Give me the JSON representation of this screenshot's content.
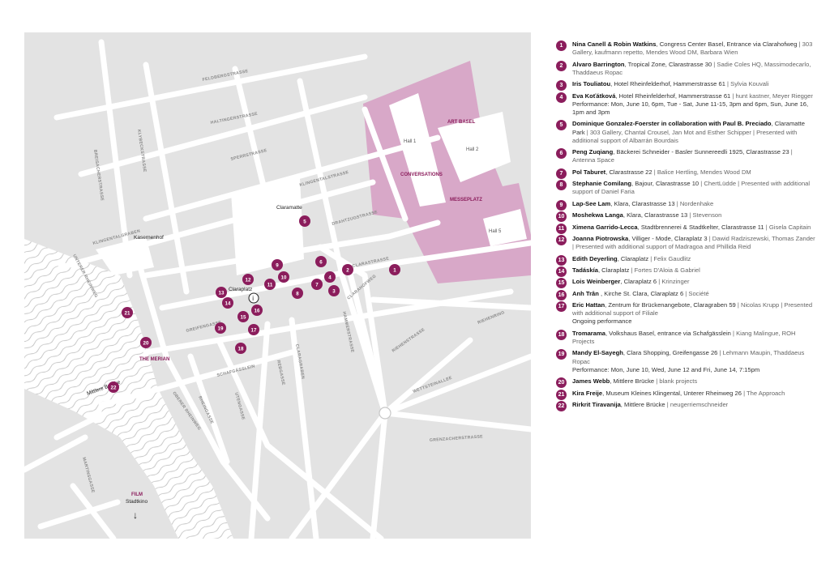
{
  "colors": {
    "accent": "#8b1d5c",
    "area": "#d8a8c8",
    "land": "#e3e3e3",
    "street": "#ffffff",
    "river": "#ffffff"
  },
  "map": {
    "streets": [
      "FELDBERGSTRASSE",
      "KLYBECKSTRASSE",
      "HALTINGERSTRASSE",
      "BREISACHERSTRASSE",
      "SPERRSTRASSE",
      "KLINGENTALSTRASSE",
      "DRAHTZUGSTRASSE",
      "KLINGENTALGRABEN",
      "CLARASTRASSE",
      "UNTERER RHEINWEG",
      "GREIFENGASSE",
      "CLARAHOFWEG",
      "HAMMERSTRASSE",
      "RIEHENRING",
      "RIEHENSTRASSE",
      "CLARAGRABEN",
      "SCHAFGÄSSLEIN",
      "REBGASSE",
      "UTENGASSE",
      "RHEINGASSE",
      "OBERER RHEINWEG",
      "WETTSTEINALLEE",
      "GRENZACHERSTRASSE",
      "MARTINSGASSE"
    ],
    "places": {
      "art_basel": "ART BASEL",
      "hall1": "Hall 1",
      "hall2": "Hall 2",
      "hall5": "Hall 5",
      "conversations": "CONVERSATIONS",
      "messeplatz": "MESSEPLATZ",
      "claramatte": "Claramatte",
      "kasernenhof": "Kasernenhof",
      "claraplatz": "Claraplatz",
      "the_merian": "THE MERIAN",
      "mittlere_bruecke": "Mittlere Brücke",
      "film": "FILM",
      "stadtkino": "Stadtkino",
      "info": "i",
      "arrow": "↓"
    },
    "markers": [
      "1",
      "2",
      "3",
      "4",
      "5",
      "6",
      "7",
      "8",
      "9",
      "10",
      "11",
      "12",
      "13",
      "14",
      "15",
      "16",
      "17",
      "18",
      "19",
      "20",
      "21",
      "22"
    ]
  },
  "legend": [
    {
      "num": "1",
      "name": "Nina Canell & Robin Watkins",
      "venue": ", Congress Center Basel, Entrance via Clarahofweg",
      "galleries": "303 Gallery, kaufmann repetto, Mendes Wood DM, Barbara Wien",
      "extra": ""
    },
    {
      "num": "2",
      "name": "Alvaro Barrington",
      "venue": ", Tropical Zone, Clarastrasse 30",
      "galleries": "Sadie Coles HQ, Massimodecarlo, Thaddaeus Ropac",
      "extra": ""
    },
    {
      "num": "3",
      "name": "Iris Touliatou",
      "venue": ", Hotel Rheinfelderhof, Hammerstrasse 61",
      "galleries": "Sylvia Kouvali",
      "extra": ""
    },
    {
      "num": "4",
      "name": "Eva Koťátková",
      "venue": ", Hotel Rheinfelderhof, Hammerstrasse 61",
      "galleries": "hunt kastner, Meyer Riegger",
      "extra": "Performance: Mon, June 10, 6pm, Tue - Sat, June 11-15, 3pm and 6pm, Sun, June 16, 1pm and 3pm"
    },
    {
      "num": "5",
      "name": "Dominique Gonzalez-Foerster in collaboration with Paul B. Preciado",
      "venue": ", Claramatte Park",
      "galleries": "303 Gallery, Chantal Crousel, Jan Mot and Esther Schipper | Presented with additional support of Albarrán Bourdais",
      "extra": ""
    },
    {
      "num": "6",
      "name": "Peng Zuqiang",
      "venue": ", Bäckerei Schneider - Basler Sunnereedli 1925, Clarastrasse 23",
      "galleries": "Antenna Space",
      "extra": ""
    },
    {
      "num": "7",
      "name": "Pol Taburet",
      "venue": ", Clarastrasse 22",
      "galleries": "Balice Hertling, Mendes Wood DM",
      "extra": ""
    },
    {
      "num": "8",
      "name": "Stephanie Comilang",
      "venue": ", Bajour, Clarastrasse 10",
      "galleries": "ChertLüdde | Presented with additional support of Daniel Faria",
      "extra": ""
    },
    {
      "num": "9",
      "name": "Lap-See Lam",
      "venue": ", Klara, Clarastrasse 13",
      "galleries": "Nordenhake",
      "extra": ""
    },
    {
      "num": "10",
      "name": "Moshekwa Langa",
      "venue": ", Klara, Clarastrasse 13",
      "galleries": "Stevenson",
      "extra": ""
    },
    {
      "num": "11",
      "name": "Ximena Garrido-Lecca",
      "venue": ", Stadtbrennerei & Stadtkelter, Clarastrasse 11",
      "galleries": "Gisela Capitain",
      "extra": ""
    },
    {
      "num": "12",
      "name": "Joanna Piotrowska",
      "venue": ", Villiger - Mode, Claraplatz 3",
      "galleries": "Dawid Radziszewski, Thomas Zander | Presented with additional support of Madragoa and Phillida Reid",
      "extra": ""
    },
    {
      "num": "13",
      "name": "Edith Deyerling",
      "venue": ", Claraplatz",
      "galleries": "Felix Gaudlitz",
      "extra": ""
    },
    {
      "num": "14",
      "name": "Tadáskía",
      "venue": ", Claraplatz",
      "galleries": "Fortes D'Aloia & Gabriel",
      "extra": ""
    },
    {
      "num": "15",
      "name": "Lois Weinberger",
      "venue": ", Claraplatz 6",
      "galleries": "Krinzinger",
      "extra": ""
    },
    {
      "num": "16",
      "name": "Anh Trân",
      "venue": " , Kirche St. Clara, Claraplatz 6",
      "galleries": "Société",
      "extra": ""
    },
    {
      "num": "17",
      "name": "Eric Hattan",
      "venue": ", Zentrum für Brückenangebote, Claragraben 59",
      "galleries": "Nicolas Krupp | Presented with additional support of Filiale",
      "extra": "Ongoing performance"
    },
    {
      "num": "18",
      "name": "Tromarama",
      "venue": ", Volkshaus Basel, entrance via Schafgässlein",
      "galleries": "Kiang Malingue, ROH Projects",
      "extra": ""
    },
    {
      "num": "19",
      "name": "Mandy El-Sayegh",
      "venue": ", Clara Shopping, Greifengasse 26",
      "galleries": "Lehmann Maupin, Thaddaeus Ropac",
      "extra": "Performance: Mon, June 10, Wed, June 12 and Fri, June 14, 7:15pm"
    },
    {
      "num": "20",
      "name": "James Webb",
      "venue": ", Mittlere Brücke",
      "galleries": "blank projects",
      "extra": ""
    },
    {
      "num": "21",
      "name": "Kira Freije",
      "venue": ", Museum Kleines Klingental, Unterer Rheinweg 26",
      "galleries": "The Approach",
      "extra": ""
    },
    {
      "num": "22",
      "name": "Rirkrit Tiravanija",
      "venue": ", Mittlere Brücke",
      "galleries": "neugerriemschneider",
      "extra": ""
    }
  ]
}
